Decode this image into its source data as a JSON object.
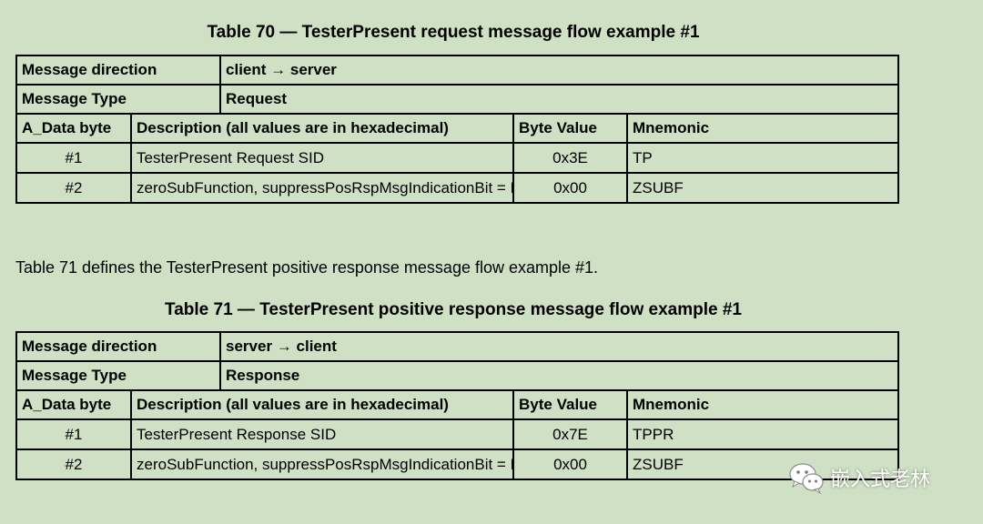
{
  "table1": {
    "caption": "Table 70 — TesterPresent request message flow example #1",
    "direction_label": "Message direction",
    "direction_value": "client → server",
    "type_label": "Message Type",
    "type_value": "Request",
    "headers": [
      "A_Data byte",
      "Description (all values are in hexadecimal)",
      "Byte Value",
      "Mnemonic"
    ],
    "rows": [
      [
        "#1",
        "TesterPresent Request SID",
        "0x3E",
        "TP"
      ],
      [
        "#2",
        "zeroSubFunction, suppressPosRspMsgIndicationBit = FALSE",
        "0x00",
        "ZSUBF"
      ]
    ]
  },
  "intro_text": "Table 71 defines the TesterPresent positive response message flow example #1.",
  "table2": {
    "caption": "Table 71 — TesterPresent positive response message flow example #1",
    "direction_label": "Message direction",
    "direction_value": "server → client",
    "type_label": "Message Type",
    "type_value": "Response",
    "headers": [
      "A_Data byte",
      "Description (all values are in hexadecimal)",
      "Byte Value",
      "Mnemonic"
    ],
    "rows": [
      [
        "#1",
        "TesterPresent Response SID",
        "0x7E",
        "TPPR"
      ],
      [
        "#2",
        "zeroSubFunction, suppressPosRspMsgIndicationBit = FALSE",
        "0x00",
        "ZSUBF"
      ]
    ]
  },
  "watermark": {
    "icon": "wechat-icon",
    "text": "嵌入式老林"
  }
}
